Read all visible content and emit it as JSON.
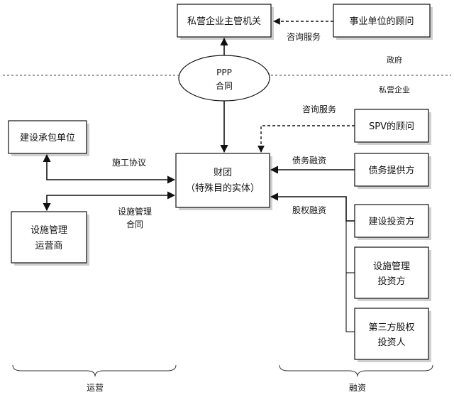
{
  "nodes": {
    "private_authority": "私营企业主管机关",
    "public_advisor": "事业单位的顾问",
    "ppp_line1": "PPP",
    "ppp_line2": "合同",
    "spv_advisor": "SPV的顾问",
    "contractor": "建设承包单位",
    "operator_line1": "设施管理",
    "operator_line2": "运营商",
    "consortium_line1": "财团",
    "consortium_line2": "（特殊目的实体）",
    "debt_provider": "债务提供方",
    "construction_investor": "建设投资方",
    "facility_investor_line1": "设施管理",
    "facility_investor_line2": "投资方",
    "third_party_line1": "第三方股权",
    "third_party_line2": "投资人"
  },
  "labels": {
    "consulting_top": "咨询服务",
    "government": "政府",
    "private_enterprise": "私营企业",
    "consulting_spv": "咨询服务",
    "construction_agreement": "施工协议",
    "facility_contract_line1": "设施管理",
    "facility_contract_line2": "合同",
    "debt_financing": "债务融资",
    "equity_financing": "股权融资",
    "operations": "运营",
    "financing": "融资"
  }
}
